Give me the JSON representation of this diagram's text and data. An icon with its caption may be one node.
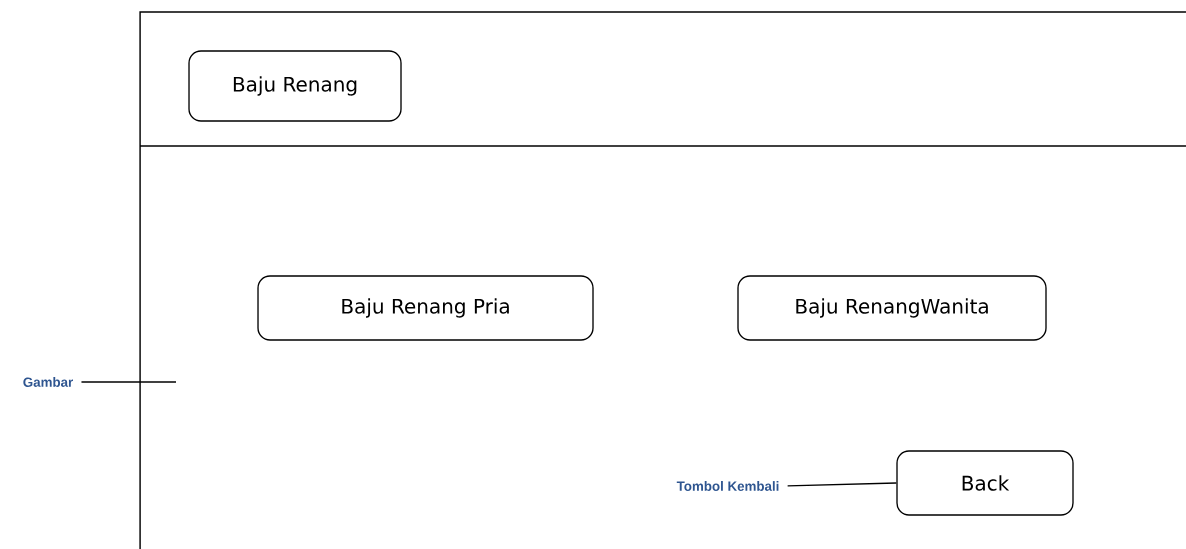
{
  "diagram": {
    "nodes": [
      {
        "text": [
          "Baju Renang"
        ]
      },
      {
        "text": [
          "Baju Renang Pria"
        ]
      },
      {
        "text": [
          "Baju RenangWanita"
        ]
      },
      {
        "text": [
          "Gambar"
        ]
      },
      {
        "text": [
          "Tombol Kembali"
        ]
      },
      {
        "text": [
          "Back"
        ]
      }
    ],
    "edges": [
      {
        "from": 3,
        "to": null,
        "arrow": "none"
      },
      {
        "from": 4,
        "to": 5,
        "arrow": "none"
      }
    ]
  }
}
